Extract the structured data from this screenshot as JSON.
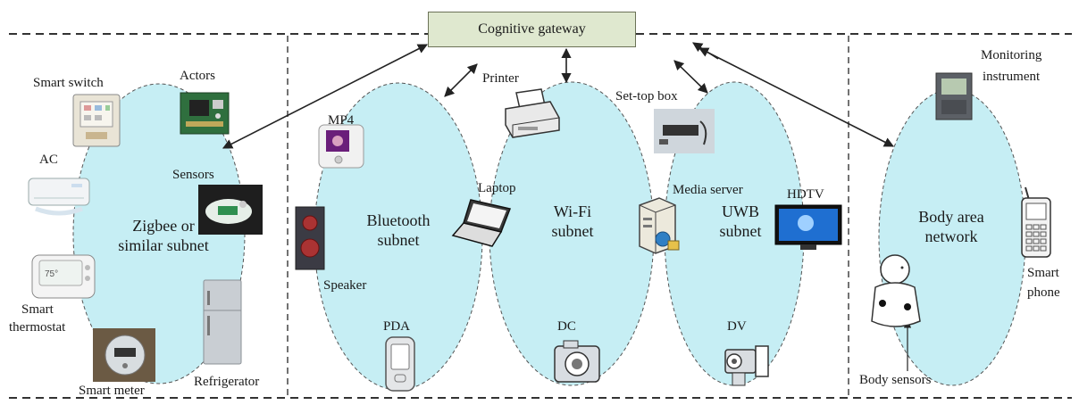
{
  "gateway": {
    "label": "Cognitive gateway"
  },
  "subnets": {
    "zigbee": [
      "Zigbee or",
      "similar subnet"
    ],
    "bluetooth": [
      "Bluetooth",
      "subnet"
    ],
    "wifi": [
      "Wi-Fi",
      "subnet"
    ],
    "uwb": [
      "UWB",
      "subnet"
    ],
    "ban": [
      "Body area",
      "network"
    ]
  },
  "devices": {
    "smart_switch": "Smart switch",
    "actors": "Actors",
    "ac": "AC",
    "sensors": "Sensors",
    "smart_thermostat": [
      "Smart",
      "thermostat"
    ],
    "smart_meter": "Smart meter",
    "refrigerator": "Refrigerator",
    "mp4": "MP4",
    "speaker": "Speaker",
    "pda": "PDA",
    "printer": "Printer",
    "laptop": "Laptop",
    "dc": "DC",
    "set_top_box": "Set-top box",
    "media_server": "Media server",
    "hdtv": "HDTV",
    "dv": "DV",
    "monitoring_instrument": [
      "Monitoring",
      "instrument"
    ],
    "smart_phone": [
      "Smart",
      "phone"
    ],
    "body_sensors": "Body sensors"
  },
  "colors": {
    "subnet_fill": "#c6eef4",
    "gateway_fill": "#dfe8cf",
    "line": "#222222"
  }
}
